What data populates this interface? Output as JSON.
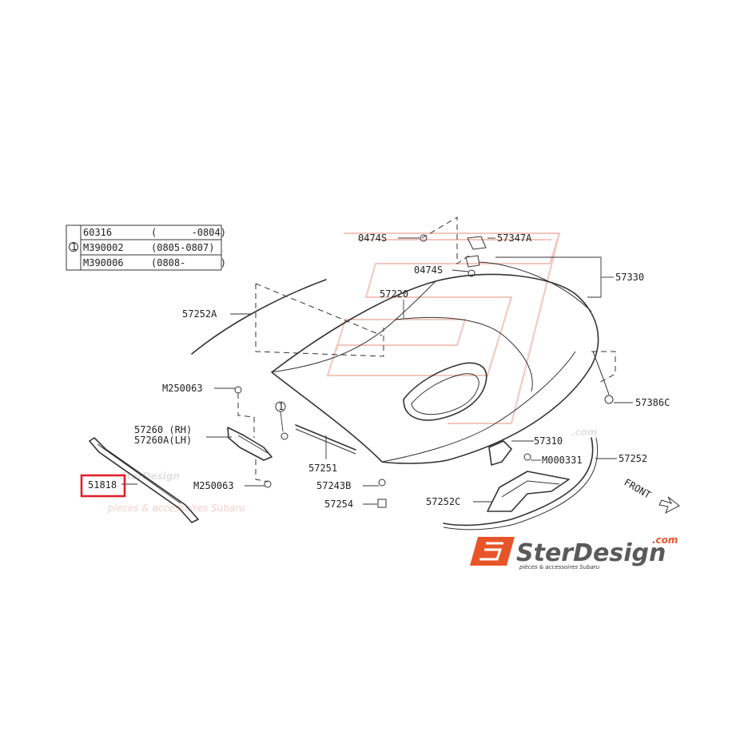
{
  "variant_table": {
    "marker": "1",
    "rows": [
      {
        "part": "60316",
        "range": "(      -0804)"
      },
      {
        "part": "M390002",
        "range": "(0805-0807)"
      },
      {
        "part": "M390006",
        "range": "(0808-      )"
      }
    ]
  },
  "callouts": {
    "p0474s_top": "0474S",
    "p57347a": "57347A",
    "p0474s_mid": "0474S",
    "p57330": "57330",
    "p57252a": "57252A",
    "p57220": "57220",
    "pm250063_top": "M250063",
    "p57386c": "57386C",
    "p57260_rh": "57260 (RH)",
    "p57260a_lh": "57260A(LH)",
    "p57310": "57310",
    "pm000331": "M000331",
    "p57252": "57252",
    "p57251": "57251",
    "p51818": "51818",
    "pm250063_bot": "M250063",
    "p57243b": "57243B",
    "p57254": "57254",
    "p57252c": "57252C",
    "front": "FRONT"
  },
  "circle_marker": "1",
  "highlight": {
    "target": "51818",
    "color": "#e0202a"
  },
  "watermark": {
    "dotcom": ".com",
    "tagline": "pieces & accessoires Subaru",
    "monogram_color": "#f3c6bd"
  },
  "logo": {
    "brand": "SterDesign",
    "dotcom": ".com",
    "tagline": "pièces & accessoires Subaru",
    "accent_color": "#e8542a"
  }
}
